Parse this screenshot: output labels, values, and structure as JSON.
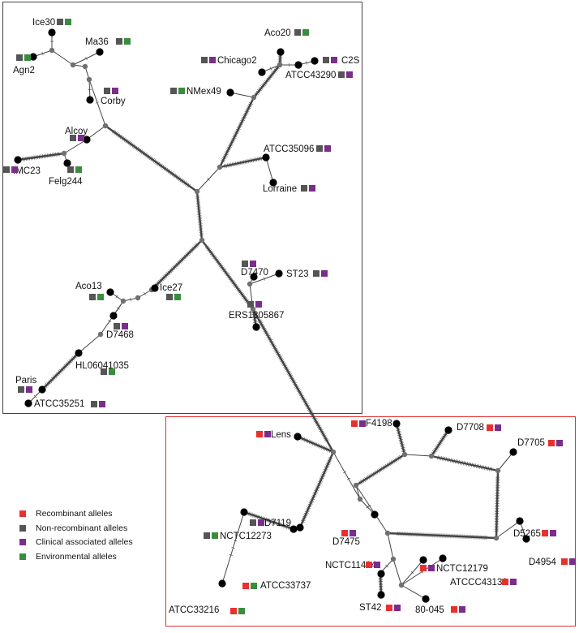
{
  "colors": {
    "recombinant": "#e8312f",
    "non_recombinant": "#555555",
    "clinical": "#7b2d8c",
    "environmental": "#3a8c3f",
    "region_a_border": "#444444",
    "region_b_border": "#e03030",
    "edge": "#444444",
    "leaf_node": "#000000",
    "branch_node": "#707070"
  },
  "legend": [
    {
      "label": "Recombinant alleles",
      "color_key": "recombinant"
    },
    {
      "label": "Non-recombinant alleles",
      "color_key": "non_recombinant"
    },
    {
      "label": "Clinical associated alleles",
      "color_key": "clinical"
    },
    {
      "label": "Environmental alleles",
      "color_key": "environmental"
    }
  ],
  "strains": [
    {
      "id": "Ice30",
      "label": "Ice30",
      "markers": [
        "non_recombinant",
        "environmental"
      ]
    },
    {
      "id": "Ma36",
      "label": "Ma36",
      "markers": [
        "non_recombinant",
        "environmental"
      ]
    },
    {
      "id": "Agn2",
      "label": "Agn2",
      "markers": [
        "non_recombinant",
        "environmental"
      ]
    },
    {
      "id": "Corby",
      "label": "Corby",
      "markers": [
        "non_recombinant",
        "clinical"
      ]
    },
    {
      "id": "Alcoy",
      "label": "Alcoy",
      "markers": [
        "non_recombinant",
        "clinical"
      ]
    },
    {
      "id": "IMC23",
      "label": "IMC23",
      "markers": [
        "non_recombinant",
        "clinical"
      ]
    },
    {
      "id": "Felg244",
      "label": "Felg244",
      "markers": [
        "non_recombinant",
        "environmental"
      ]
    },
    {
      "id": "Aco20",
      "label": "Aco20",
      "markers": [
        "non_recombinant",
        "environmental"
      ]
    },
    {
      "id": "Chicago2",
      "label": "Chicago2",
      "markers": [
        "non_recombinant",
        "clinical"
      ]
    },
    {
      "id": "C2S",
      "label": "C2S",
      "markers": [
        "non_recombinant",
        "clinical"
      ]
    },
    {
      "id": "ATCC43290",
      "label": "ATCC43290",
      "markers": [
        "non_recombinant",
        "clinical"
      ]
    },
    {
      "id": "NMex49",
      "label": "NMex49",
      "markers": [
        "non_recombinant",
        "environmental"
      ]
    },
    {
      "id": "ATCC35096",
      "label": "ATCC35096",
      "markers": [
        "non_recombinant",
        "clinical"
      ]
    },
    {
      "id": "Lorraine",
      "label": "Lorraine",
      "markers": [
        "non_recombinant",
        "clinical"
      ]
    },
    {
      "id": "Aco13",
      "label": "Aco13",
      "markers": [
        "non_recombinant",
        "environmental"
      ]
    },
    {
      "id": "Ice27",
      "label": "Ice27",
      "markers": [
        "non_recombinant",
        "environmental"
      ]
    },
    {
      "id": "D7468",
      "label": "D7468",
      "markers": [
        "non_recombinant",
        "clinical"
      ]
    },
    {
      "id": "HL06041035",
      "label": "HL06041035",
      "markers": [
        "non_recombinant",
        "environmental"
      ]
    },
    {
      "id": "Paris",
      "label": "Paris",
      "markers": [
        "non_recombinant",
        "clinical"
      ]
    },
    {
      "id": "ATCC35251",
      "label": "ATCC35251",
      "markers": [
        "non_recombinant",
        "clinical"
      ]
    },
    {
      "id": "D7470",
      "label": "D7470",
      "markers": [
        "non_recombinant",
        "clinical"
      ]
    },
    {
      "id": "ST23",
      "label": "ST23",
      "markers": [
        "non_recombinant",
        "clinical"
      ]
    },
    {
      "id": "ERS1305867",
      "label": "ERS1305867",
      "markers": [
        "non_recombinant",
        "clinical"
      ]
    },
    {
      "id": "Lens",
      "label": "Lens",
      "markers": [
        "recombinant",
        "clinical"
      ]
    },
    {
      "id": "F4198",
      "label": "F4198",
      "markers": [
        "recombinant",
        "clinical"
      ]
    },
    {
      "id": "D7708",
      "label": "D7708",
      "markers": [
        "recombinant",
        "clinical"
      ]
    },
    {
      "id": "D7705",
      "label": "D7705",
      "markers": [
        "recombinant",
        "clinical"
      ]
    },
    {
      "id": "D5265",
      "label": "D5265",
      "markers": [
        "recombinant",
        "clinical"
      ]
    },
    {
      "id": "D4954",
      "label": "D4954",
      "markers": [
        "recombinant",
        "clinical"
      ]
    },
    {
      "id": "D7475",
      "label": "D7475",
      "markers": [
        "recombinant",
        "clinical"
      ]
    },
    {
      "id": "D7119",
      "label": "D7119",
      "markers": [
        "non_recombinant",
        "clinical"
      ]
    },
    {
      "id": "NCTC12273",
      "label": "NCTC12273",
      "markers": [
        "non_recombinant",
        "environmental"
      ]
    },
    {
      "id": "NCTC11404",
      "label": "NCTC11404",
      "markers": [
        "recombinant",
        "clinical"
      ]
    },
    {
      "id": "NCTC12179",
      "label": "NCTC12179",
      "markers": [
        "recombinant",
        "clinical"
      ]
    },
    {
      "id": "ATCC33737",
      "label": "ATCC33737",
      "markers": [
        "recombinant",
        "environmental"
      ]
    },
    {
      "id": "ATCCC43130",
      "label": "ATCCC43130",
      "markers": [
        "recombinant",
        "clinical"
      ]
    },
    {
      "id": "ST42",
      "label": "ST42",
      "markers": [
        "recombinant",
        "clinical"
      ]
    },
    {
      "id": "80-045",
      "label": "80-045",
      "markers": [
        "recombinant",
        "clinical"
      ]
    },
    {
      "id": "ATCC33216",
      "label": "ATCC33216",
      "markers": [
        "recombinant",
        "environmental"
      ]
    }
  ]
}
